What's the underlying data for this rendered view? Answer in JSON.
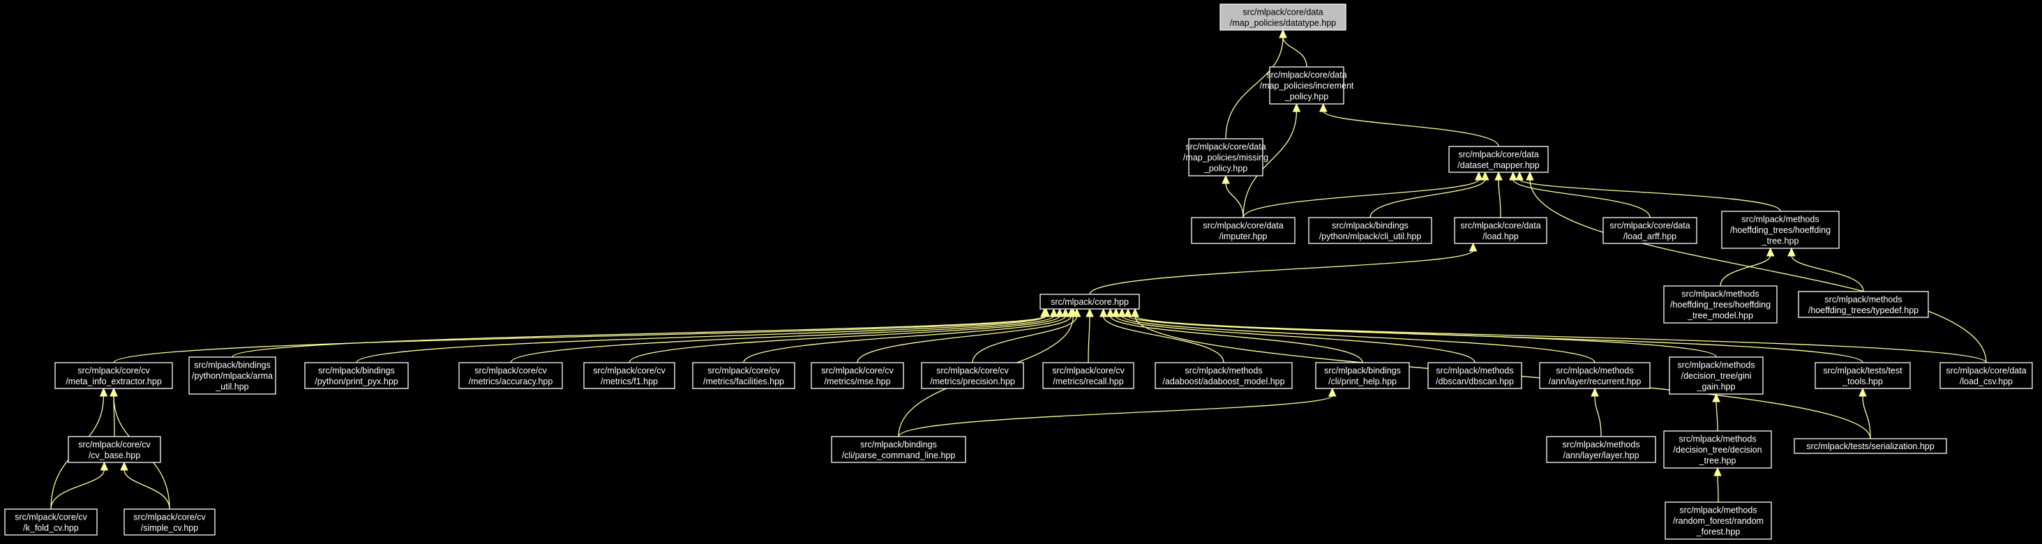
{
  "colors": {
    "background": "#000000",
    "edge": "#ffff99",
    "node_border": "#ffffff",
    "node_text": "#ffffff",
    "root_fill": "#bfbfbf"
  },
  "nodes": [
    {
      "id": "datatype",
      "root": true,
      "lines": [
        "src/mlpack/core/data",
        "/map_policies/datatype.hpp"
      ]
    },
    {
      "id": "increment",
      "lines": [
        "src/mlpack/core/data",
        "/map_policies/increment",
        "_policy.hpp"
      ]
    },
    {
      "id": "missing",
      "lines": [
        "src/mlpack/core/data",
        "/map_policies/missing",
        "_policy.hpp"
      ]
    },
    {
      "id": "dataset_mapper",
      "lines": [
        "src/mlpack/core/data",
        "/dataset_mapper.hpp"
      ]
    },
    {
      "id": "imputer",
      "lines": [
        "src/mlpack/core/data",
        "/imputer.hpp"
      ]
    },
    {
      "id": "cli_util",
      "lines": [
        "src/mlpack/bindings",
        "/python/mlpack/cli_util.hpp"
      ]
    },
    {
      "id": "load",
      "lines": [
        "src/mlpack/core/data",
        "/load.hpp"
      ]
    },
    {
      "id": "load_arff",
      "lines": [
        "src/mlpack/core/data",
        "/load_arff.hpp"
      ]
    },
    {
      "id": "hoeffding_tree",
      "lines": [
        "src/mlpack/methods",
        "/hoeffding_trees/hoeffding",
        "_tree.hpp"
      ]
    },
    {
      "id": "hoeffding_tree_model",
      "lines": [
        "src/mlpack/methods",
        "/hoeffding_trees/hoeffding",
        "_tree_model.hpp"
      ]
    },
    {
      "id": "typedef",
      "lines": [
        "src/mlpack/methods",
        "/hoeffding_trees/typedef.hpp"
      ]
    },
    {
      "id": "core",
      "lines": [
        "src/mlpack/core.hpp"
      ]
    },
    {
      "id": "meta_info",
      "lines": [
        "src/mlpack/core/cv",
        "/meta_info_extractor.hpp"
      ]
    },
    {
      "id": "arma_util",
      "lines": [
        "src/mlpack/bindings",
        "/python/mlpack/arma",
        "_util.hpp"
      ]
    },
    {
      "id": "print_pyx",
      "lines": [
        "src/mlpack/bindings",
        "/python/print_pyx.hpp"
      ]
    },
    {
      "id": "accuracy",
      "lines": [
        "src/mlpack/core/cv",
        "/metrics/accuracy.hpp"
      ]
    },
    {
      "id": "f1",
      "lines": [
        "src/mlpack/core/cv",
        "/metrics/f1.hpp"
      ]
    },
    {
      "id": "facilities",
      "lines": [
        "src/mlpack/core/cv",
        "/metrics/facilities.hpp"
      ]
    },
    {
      "id": "mse",
      "lines": [
        "src/mlpack/core/cv",
        "/metrics/mse.hpp"
      ]
    },
    {
      "id": "precision",
      "lines": [
        "src/mlpack/core/cv",
        "/metrics/precision.hpp"
      ]
    },
    {
      "id": "recall",
      "lines": [
        "src/mlpack/core/cv",
        "/metrics/recall.hpp"
      ]
    },
    {
      "id": "adaboost",
      "lines": [
        "src/mlpack/methods",
        "/adaboost/adaboost_model.hpp"
      ]
    },
    {
      "id": "print_help",
      "lines": [
        "src/mlpack/bindings",
        "/cli/print_help.hpp"
      ]
    },
    {
      "id": "dbscan",
      "lines": [
        "src/mlpack/methods",
        "/dbscan/dbscan.hpp"
      ]
    },
    {
      "id": "recurrent",
      "lines": [
        "src/mlpack/methods",
        "/ann/layer/recurrent.hpp"
      ]
    },
    {
      "id": "gini",
      "lines": [
        "src/mlpack/methods",
        "/decision_tree/gini",
        "_gain.hpp"
      ]
    },
    {
      "id": "test_tools",
      "lines": [
        "src/mlpack/tests/test",
        "_tools.hpp"
      ]
    },
    {
      "id": "load_csv",
      "lines": [
        "src/mlpack/core/data",
        "/load_csv.hpp"
      ]
    },
    {
      "id": "cv_base",
      "lines": [
        "src/mlpack/core/cv",
        "/cv_base.hpp"
      ]
    },
    {
      "id": "parse_cmd",
      "lines": [
        "src/mlpack/bindings",
        "/cli/parse_command_line.hpp"
      ]
    },
    {
      "id": "layer",
      "lines": [
        "src/mlpack/methods",
        "/ann/layer/layer.hpp"
      ]
    },
    {
      "id": "decision_tree",
      "lines": [
        "src/mlpack/methods",
        "/decision_tree/decision",
        "_tree.hpp"
      ]
    },
    {
      "id": "serialization",
      "lines": [
        "src/mlpack/tests/serialization.hpp"
      ]
    },
    {
      "id": "k_fold",
      "lines": [
        "src/mlpack/core/cv",
        "/k_fold_cv.hpp"
      ]
    },
    {
      "id": "simple_cv",
      "lines": [
        "src/mlpack/core/cv",
        "/simple_cv.hpp"
      ]
    },
    {
      "id": "random_forest",
      "lines": [
        "src/mlpack/methods",
        "/random_forest/random",
        "_forest.hpp"
      ]
    }
  ]
}
